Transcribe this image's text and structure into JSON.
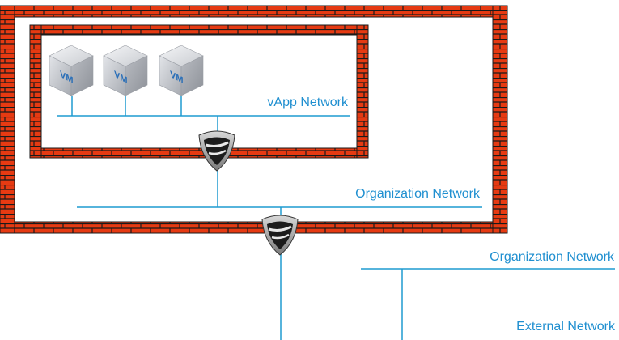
{
  "diagram": {
    "vm_label": "VM",
    "vm_count": 3,
    "networks": {
      "vapp": "vApp Network",
      "organization_inner": "Organization Network",
      "organization_outer": "Organization Network",
      "external": "External Network"
    },
    "colors": {
      "line": "#1f9bd1",
      "label": "#1f8fd0",
      "brick": "#e63a12",
      "mortar": "#1a1a1a",
      "vm_label": "#2a6fb8"
    }
  }
}
